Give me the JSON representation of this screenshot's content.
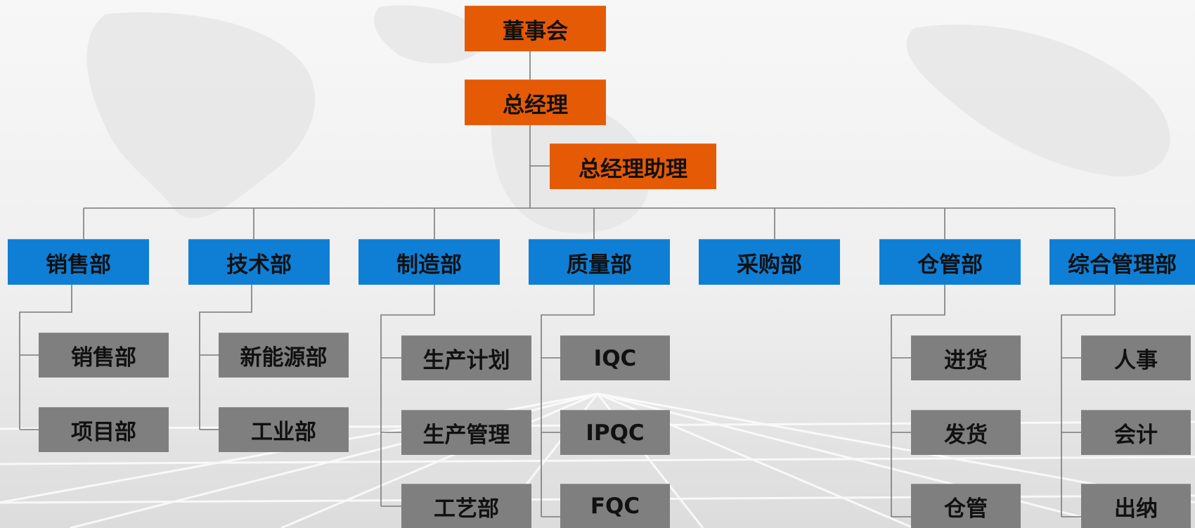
{
  "colors": {
    "executive": "#e55a05",
    "department": "#0f7fd6",
    "unit": "#7f7f7f",
    "connector": "#7a7a7a"
  },
  "executive": {
    "board": "董事会",
    "general_manager": "总经理",
    "assistant": "总经理助理"
  },
  "departments": [
    {
      "name": "销售部",
      "units": [
        "销售部",
        "项目部"
      ]
    },
    {
      "name": "技术部",
      "units": [
        "新能源部",
        "工业部"
      ]
    },
    {
      "name": "制造部",
      "units": [
        "生产计划",
        "生产管理",
        "工艺部"
      ]
    },
    {
      "name": "质量部",
      "units": [
        "IQC",
        "IPQC",
        "FQC"
      ]
    },
    {
      "name": "采购部",
      "units": []
    },
    {
      "name": "仓管部",
      "units": [
        "进货",
        "发货",
        "仓管"
      ]
    },
    {
      "name": "综合管理部",
      "units": [
        "人事",
        "会计",
        "出纳"
      ]
    }
  ]
}
